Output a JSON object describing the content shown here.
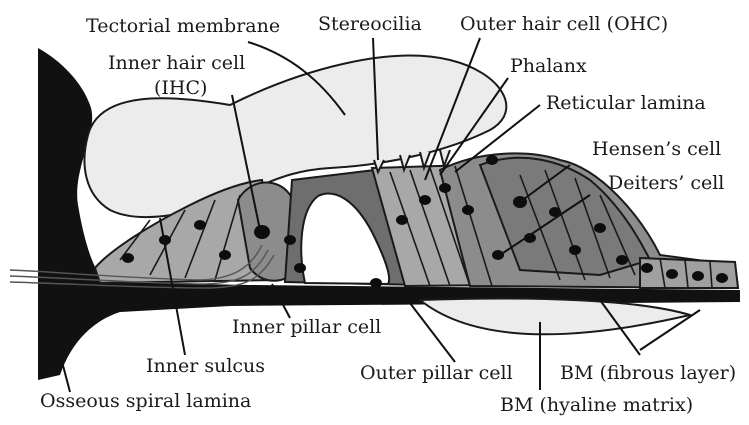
{
  "labels": {
    "tectorial_membrane": "Tectorial membrane",
    "stereocilia": "Stereocilia",
    "outer_hair_cell": "Outer hair cell (OHC)",
    "inner_hair_cell_line1": "Inner hair cell",
    "inner_hair_cell_line2": "(IHC)",
    "phalanx": "Phalanx",
    "reticular_lamina": "Reticular lamina",
    "hensens_cell": "Hensen’s cell",
    "deiters_cell": "Deiters’ cell",
    "inner_pillar_cell": "Inner pillar cell",
    "inner_sulcus": "Inner sulcus",
    "outer_pillar_cell": "Outer pillar cell",
    "bm_fibrous": "BM (fibrous layer)",
    "osseous_spiral_lamina": "Osseous spiral lamina",
    "bm_hyaline": "BM (hyaline matrix)"
  },
  "colors": {
    "bone": "#111111",
    "tissue_dark": "#6e6e6e",
    "tissue_mid": "#8c8c8c",
    "tissue_light": "#a8a8a8",
    "membrane": "#e9e9e9",
    "nucleus": "#0d0d0d",
    "leader": "#111111"
  }
}
